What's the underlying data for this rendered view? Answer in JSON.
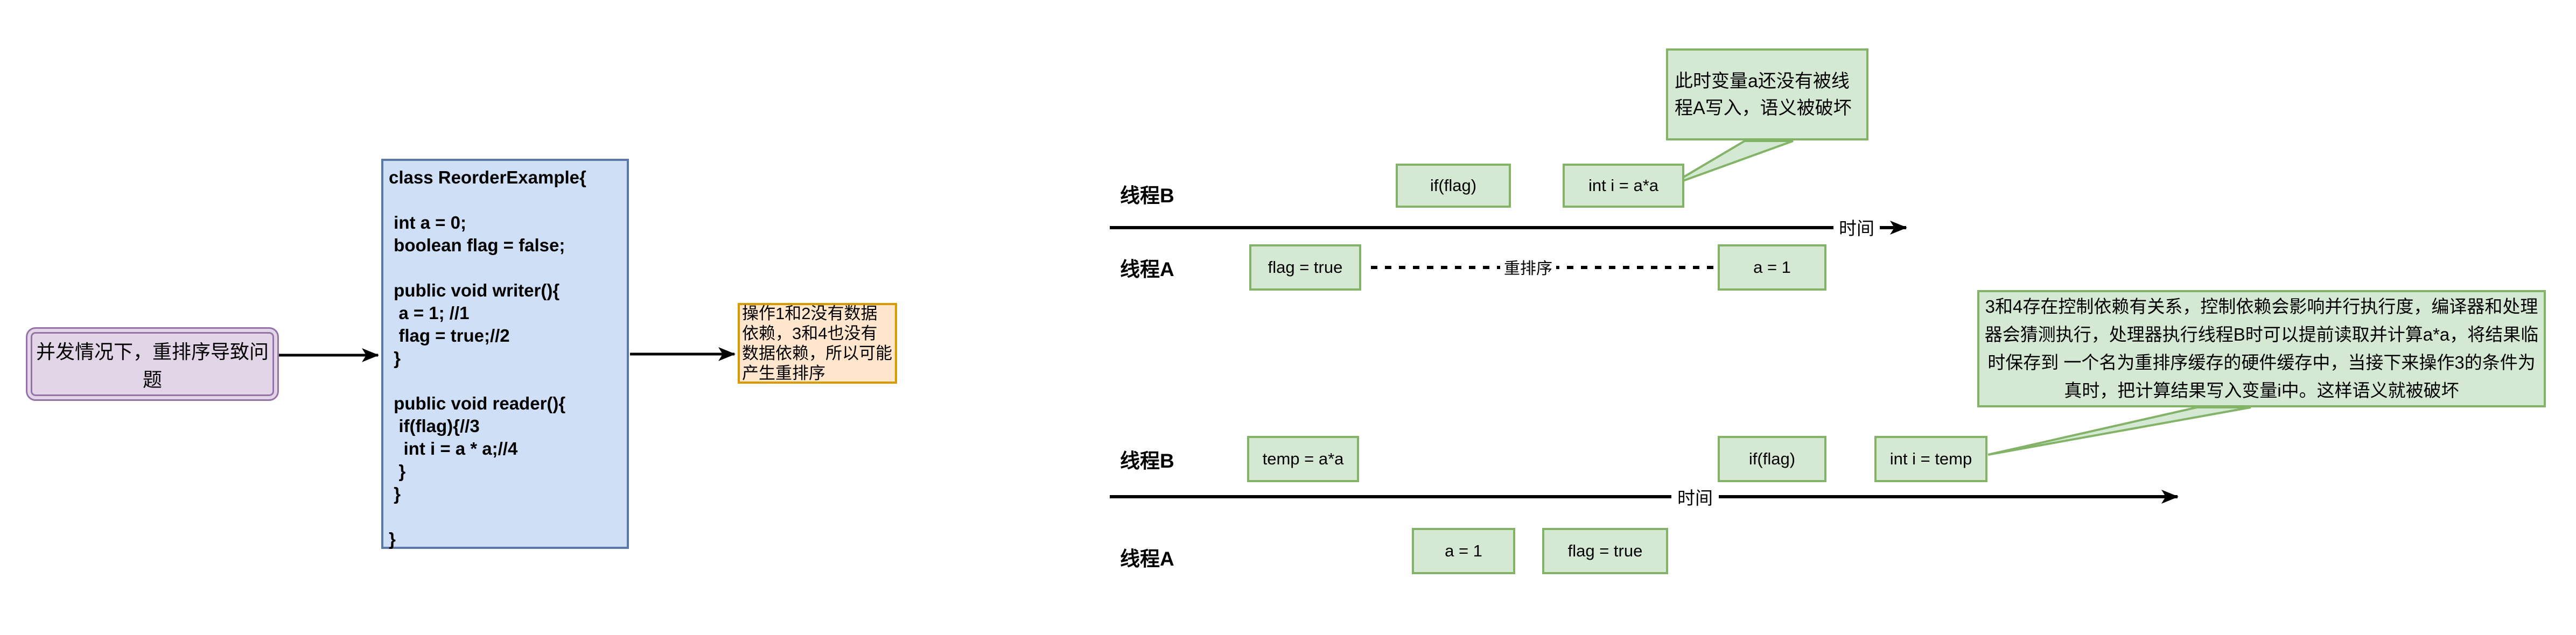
{
  "colors": {
    "purple_fill": "#E1D5E7",
    "purple_border": "#9673A6",
    "blue_fill": "#CEDFF6",
    "blue_border": "#5B79A8",
    "orange_fill": "#FFE6CC",
    "orange_border": "#D79B00",
    "green_fill": "#D5E8D4",
    "green_border": "#82B366",
    "line_color": "#000000"
  },
  "flowchart": {
    "problem": "并发情况下，重排序导致问题",
    "code": "class ReorderExample{\n\n int a = 0;\n boolean flag = false;\n\n public void writer(){\n  a = 1; //1\n  flag = true;//2\n }\n\n public void reader(){\n  if(flag){//3\n   int i = a * a;//4\n  }\n }\n\n}",
    "note": "操作1和2没有数据依赖，3和4也没有数据依赖，所以可能产生重排序"
  },
  "timeline_top": {
    "thread_b": "线程B",
    "thread_a": "线程A",
    "time_label": "时间",
    "box_if_flag": "if(flag)",
    "box_int_i": "int i = a*a",
    "box_flag_true": "flag = true",
    "box_a_1": "a = 1",
    "reorder_label": "重排序",
    "callout": "此时变量a还没有被线程A写入，语义被破坏"
  },
  "timeline_bottom": {
    "thread_b": "线程B",
    "thread_a": "线程A",
    "time_label": "时间",
    "box_temp": "temp = a*a",
    "box_if_flag": "if(flag)",
    "box_int_i_temp": "int i = temp",
    "box_a_1": "a = 1",
    "box_flag_true": "flag = true",
    "callout": "3和4存在控制依赖有关系，控制依赖会影响并行执行度，编译器和处理器会猜测执行，处理器执行线程B时可以提前读取并计算a*a，将结果临时保存到 一个名为重排序缓存的硬件缓存中，当接下来操作3的条件为真时，把计算结果写入变量i中。这样语义就被破坏"
  }
}
